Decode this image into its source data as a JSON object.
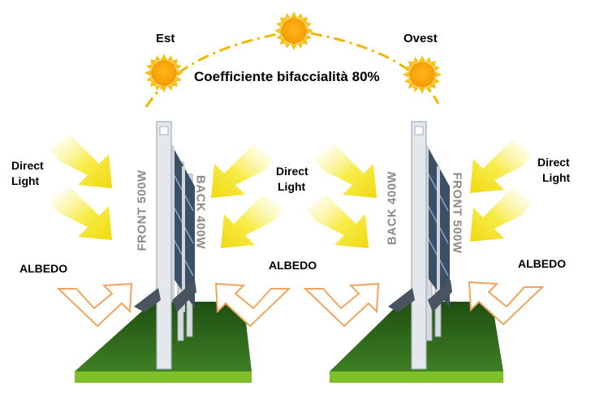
{
  "sky": {
    "east_label": "Est",
    "west_label": "Ovest",
    "title": "Coefficiente bifaccialità 80%"
  },
  "left_panel": {
    "front_label": "FRONT 500W",
    "back_label": "BACK 400W",
    "direct_light_label_1": "Direct",
    "direct_light_label_2": "Light",
    "albedo_label": "ALBEDO"
  },
  "middle": {
    "direct_light_label_1": "Direct",
    "direct_light_label_2": "Light",
    "albedo_label": "ALBEDO"
  },
  "right_panel": {
    "front_label": "FRONT 500W",
    "back_label": "BACK 400W",
    "direct_light_label_1": "Direct",
    "direct_light_label_2": "Light",
    "albedo_label": "ALBEDO"
  },
  "colors": {
    "sun": "#f5a300",
    "sun_ray": "#f7c21a",
    "sun_path": "#f2b700",
    "light_arrow": "#f4e11c",
    "albedo_arrow": "#f2a45c",
    "grass": "#2f6b1e",
    "soil": "#7fbf2a",
    "frame": "#d9dde3",
    "panel": "#3d4f66"
  },
  "icons": [
    "sun-icon",
    "direct-light-arrow",
    "albedo-arrow",
    "bifacial-panel"
  ]
}
